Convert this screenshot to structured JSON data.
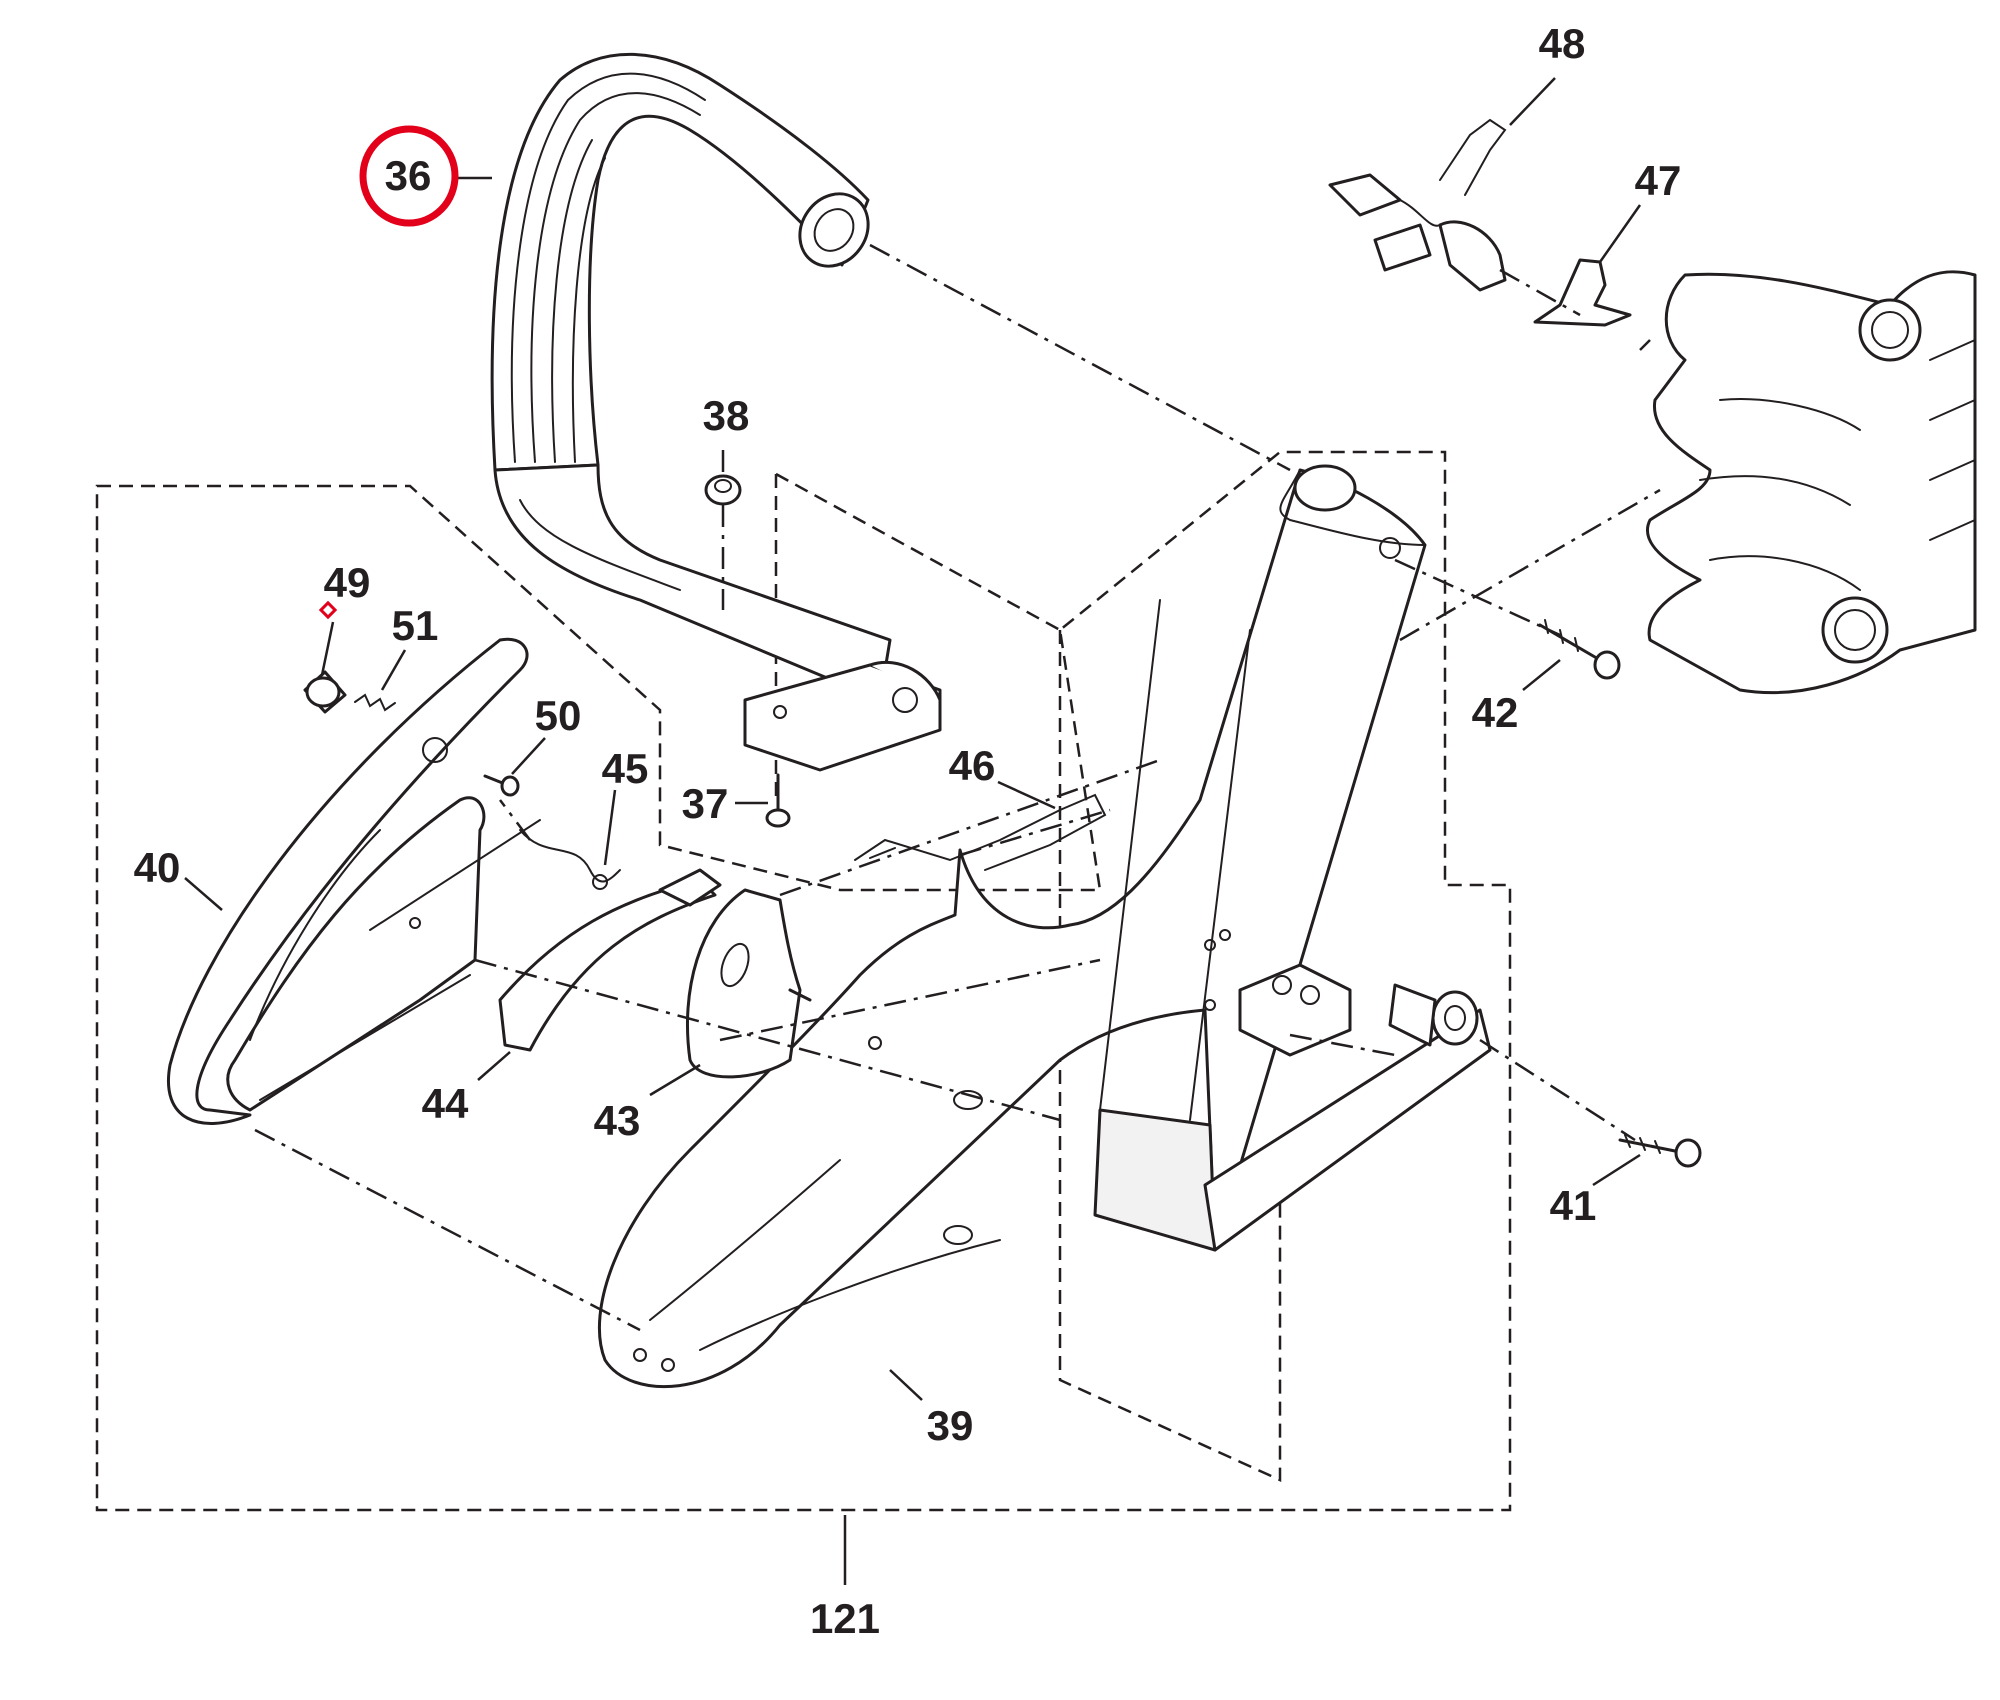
{
  "diagram": {
    "callouts": [
      {
        "id": "36",
        "text": "36",
        "highlighted": true
      },
      {
        "id": "37",
        "text": "37"
      },
      {
        "id": "38",
        "text": "38"
      },
      {
        "id": "39",
        "text": "39"
      },
      {
        "id": "40",
        "text": "40"
      },
      {
        "id": "41",
        "text": "41"
      },
      {
        "id": "42",
        "text": "42"
      },
      {
        "id": "43",
        "text": "43"
      },
      {
        "id": "44",
        "text": "44"
      },
      {
        "id": "45",
        "text": "45"
      },
      {
        "id": "46",
        "text": "46"
      },
      {
        "id": "47",
        "text": "47"
      },
      {
        "id": "48",
        "text": "48"
      },
      {
        "id": "49",
        "text": "49",
        "marker": "red-diamond"
      },
      {
        "id": "50",
        "text": "50"
      },
      {
        "id": "51",
        "text": "51"
      },
      {
        "id": "121",
        "text": "121"
      }
    ],
    "colors": {
      "line": "#231f20",
      "highlight": "#e3001b",
      "marker": "#e3001b",
      "background": "#ffffff"
    }
  }
}
